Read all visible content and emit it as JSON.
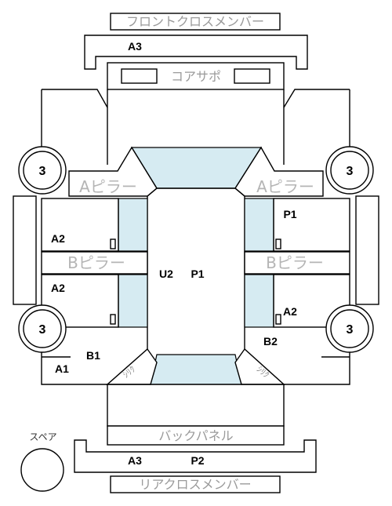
{
  "labels": {
    "front_cross_member": "フロントクロスメンバー",
    "core_support": "コアサポ",
    "a_pillar": "Aピラー",
    "b_pillar": "Bピラー",
    "back_panel": "バックパネル",
    "rear_cross_member": "リアクロスメンバー",
    "spare": "スペア",
    "corner": "ｼﾘｸ"
  },
  "codes": {
    "front_a3": "A3",
    "left_upper_a2": "A2",
    "left_lower_a2": "A2",
    "right_p1": "P1",
    "right_a2": "A2",
    "center_u2": "U2",
    "center_p1": "P1",
    "left_b1": "B1",
    "left_a1": "A1",
    "right_b2": "B2",
    "rear_a3": "A3",
    "rear_p2": "P2"
  },
  "wheels": {
    "front_left": "3",
    "front_right": "3",
    "rear_left": "3",
    "rear_right": "3"
  },
  "colors": {
    "glass": "#d6ebf2",
    "muted_text": "#9a9a9a"
  }
}
